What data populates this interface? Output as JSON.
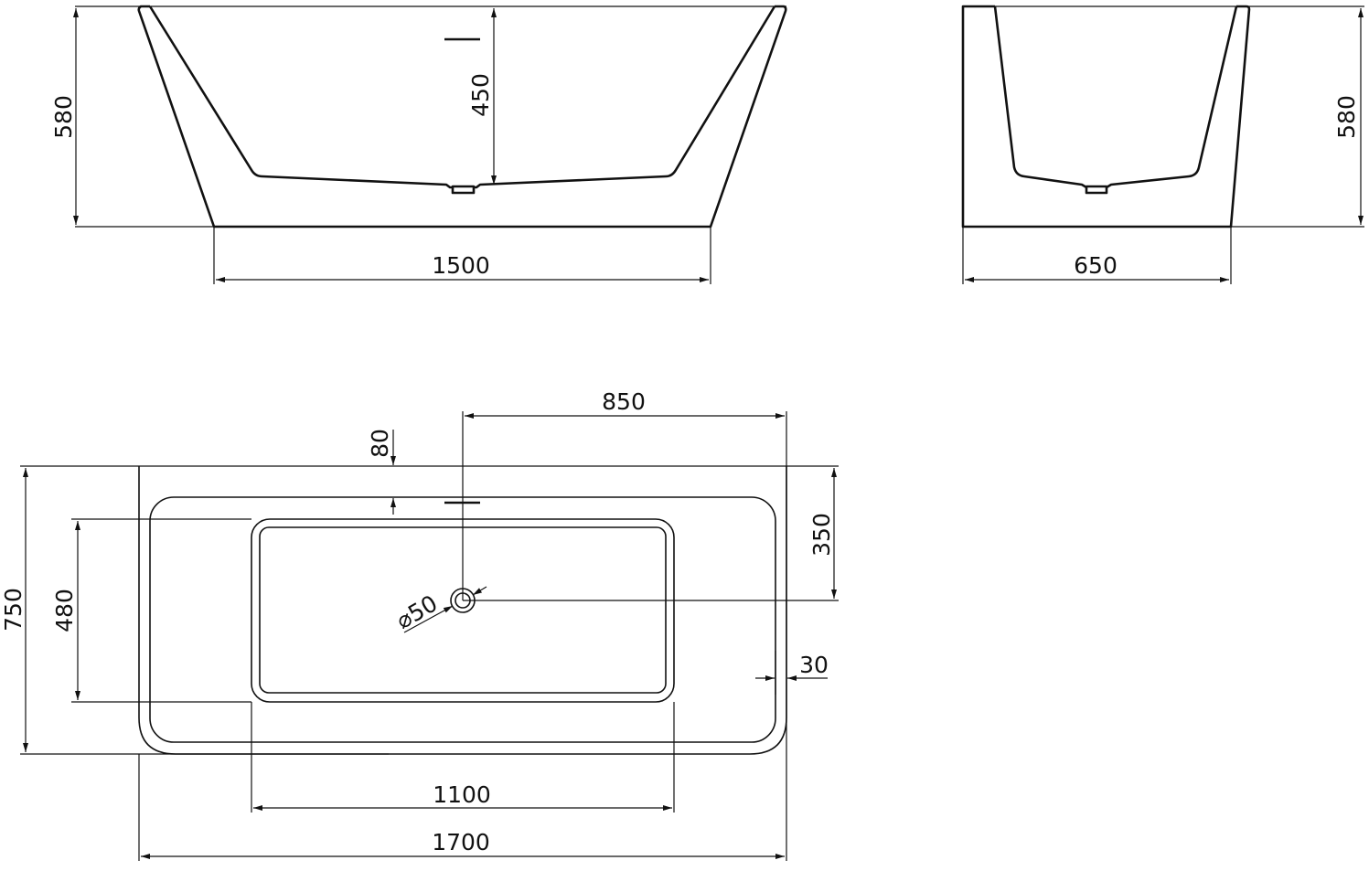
{
  "front_view": {
    "height": "580",
    "inner_depth": "450",
    "bottom_length": "1500"
  },
  "side_view": {
    "height": "580",
    "bottom_width": "650"
  },
  "plan_view": {
    "drain_offset_right": "850",
    "overflow_offset": "80",
    "drain_offset_top": "350",
    "total_width": "750",
    "basin_width": "480",
    "drain_diameter": "⌀50",
    "wall_thickness": "30",
    "basin_length": "1100",
    "total_length": "1700"
  }
}
